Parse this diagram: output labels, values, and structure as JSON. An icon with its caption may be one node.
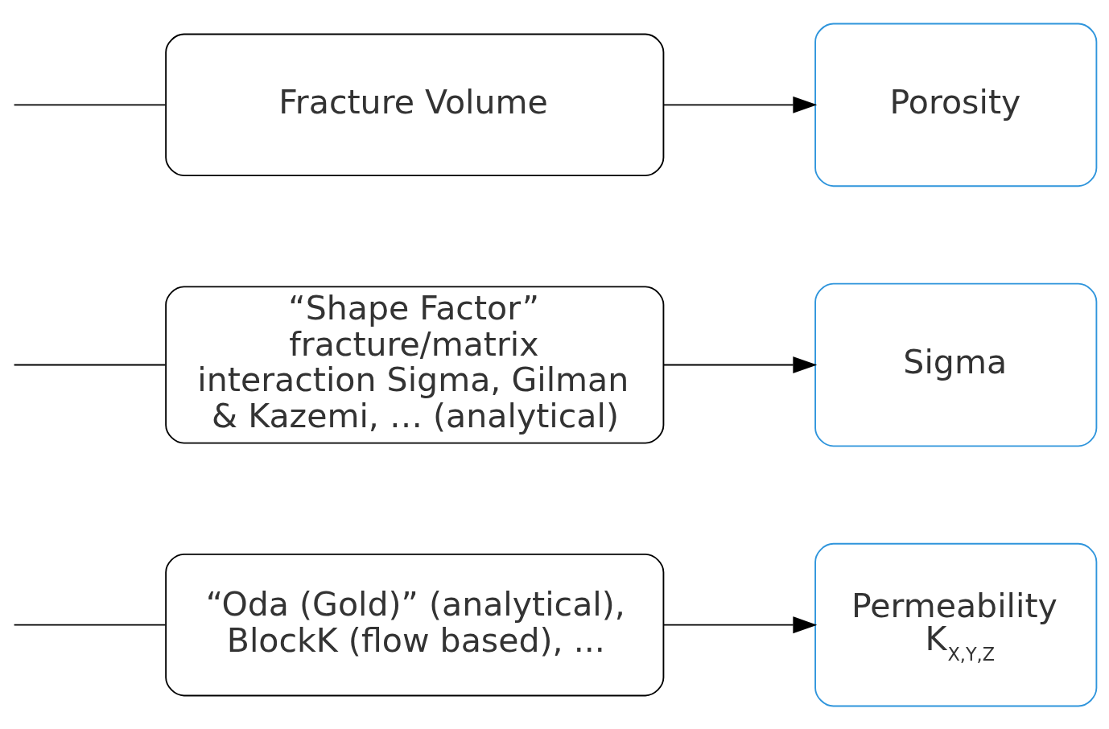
{
  "diagram": {
    "nodes": [
      {
        "text": [
          "“Oda (Gold)” (analytical), BlockK (flow based), ..."
        ]
      },
      {
        "text": [
          "Permeability K$_{X,Y,Z}$"
        ]
      },
      {
        "text": [
          "“Shape Factor” fracture/matrix interaction Sigma, Gilman & Kazemi, … (analytical)"
        ]
      },
      {
        "text": [
          "Sigma"
        ]
      },
      {
        "text": [
          "Fracture Volume"
        ]
      },
      {
        "text": [
          "Porosity"
        ]
      }
    ],
    "edges": [
      {
        "from": null,
        "to": 0,
        "arrow": "none"
      },
      {
        "from": 0,
        "to": 1,
        "arrow": "to"
      },
      {
        "from": null,
        "to": 2,
        "arrow": "none"
      },
      {
        "from": 2,
        "to": 3,
        "arrow": "to"
      },
      {
        "from": null,
        "to": 4,
        "arrow": "none"
      },
      {
        "from": 4,
        "to": 5,
        "arrow": "to"
      }
    ]
  }
}
